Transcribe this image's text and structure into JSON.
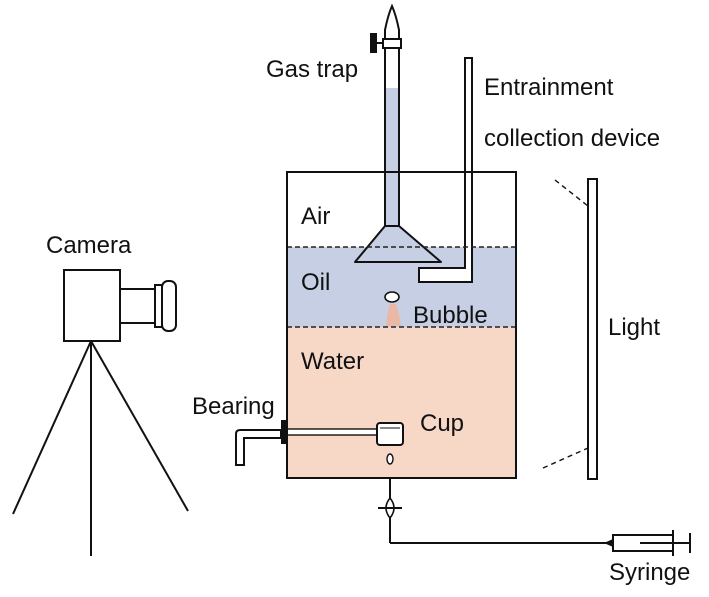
{
  "labels": {
    "gas_trap": "Gas trap",
    "entrainment_line1": "Entrainment",
    "entrainment_line2": "collection device",
    "camera": "Camera",
    "air": "Air",
    "oil": "Oil",
    "bubble": "Bubble",
    "light": "Light",
    "water": "Water",
    "bearing": "Bearing",
    "cup": "Cup",
    "syringe": "Syringe"
  },
  "colors": {
    "oil": "#c6cfe3",
    "water": "#f7d7c6",
    "bubble_trail": "#eab9a5",
    "stroke": "#111111",
    "background": "#ffffff"
  }
}
